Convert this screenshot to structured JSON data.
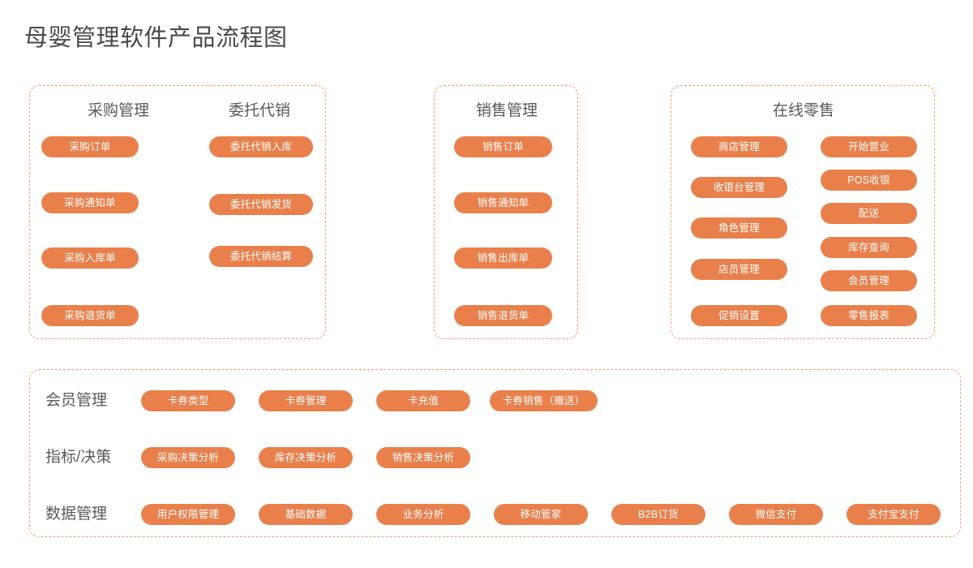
{
  "page": {
    "title": "母婴管理软件产品流程图",
    "accent_color": "#e9804b",
    "panel_border_color": "#f0a078",
    "title_color": "#4a4a4a",
    "background_color": "#ffffff"
  },
  "panels": [
    {
      "id": "procurement-consignment",
      "columns": [
        {
          "title": "采购管理",
          "items": [
            "采购订单",
            "采购通知单",
            "采购入库单",
            "采购退货单"
          ]
        },
        {
          "title": "委托代销",
          "items": [
            "委托代销入库",
            "委托代销发货",
            "委托代销结算"
          ]
        }
      ]
    },
    {
      "id": "sales",
      "columns": [
        {
          "title": "销售管理",
          "items": [
            "销售订单",
            "销售通知单",
            "销售出库单",
            "销售退货单"
          ]
        }
      ]
    },
    {
      "id": "online-retail",
      "columns": [
        {
          "title": "在线零售",
          "items": [
            "商店管理",
            "收银台管理",
            "角色管理",
            "店员管理",
            "促销设置"
          ]
        },
        {
          "title": "",
          "items": [
            "开始营业",
            "POS收银",
            "配送",
            "库存查询",
            "会员管理",
            "零售报表"
          ]
        }
      ]
    }
  ],
  "bottom_panel": {
    "rows": [
      {
        "label": "会员管理",
        "items": [
          "卡券类型",
          "卡券管理",
          "卡充值",
          "卡券销售（赠送）"
        ]
      },
      {
        "label": "指标/决策",
        "items": [
          "采购决策分析",
          "库存决策分析",
          "销售决策分析"
        ]
      },
      {
        "label": "数据管理",
        "items": [
          "用户权限管理",
          "基础数据",
          "业务分析",
          "移动管家",
          "B2B订货",
          "微信支付",
          "支付宝支付"
        ]
      }
    ]
  }
}
